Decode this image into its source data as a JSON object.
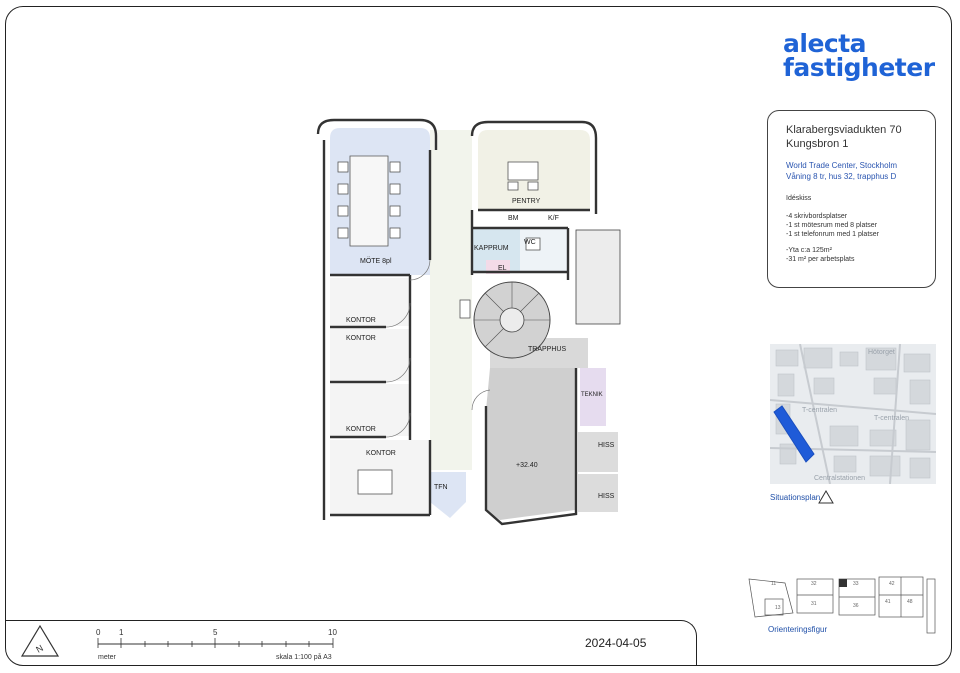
{
  "brand": {
    "line1": "alecta",
    "line2": "fastigheter",
    "color": "#1f63d6"
  },
  "address": {
    "line1": "Klarabergsviadukten 70",
    "line2": "Kungsbron 1"
  },
  "location": {
    "line1": "World Trade Center, Stockholm",
    "line2": "Våning 8 tr, hus 32, trapphus D"
  },
  "info": {
    "heading": "Idéskiss",
    "items": [
      "-4 skrivbordsplatser",
      "-1 st mötesrum med 8 platser",
      "-1 st telefonrum med 1 platser"
    ],
    "area": "-Yta c:a 125m²",
    "per_seat": "-31 m² per arbetsplats"
  },
  "rooms": {
    "mote": "MÖTE 8pl",
    "pentry": "PENTRY",
    "kapprum": "KAPPRUM",
    "wc": "WC",
    "el": "EL",
    "bm": "BM",
    "kf": "K/F",
    "kontor": "KONTOR",
    "trapphus": "TRAPPHUS",
    "teknik": "TEKNIK",
    "hiss": "HISS",
    "tfn": "TFN",
    "level": "+32.40"
  },
  "situationsplan": {
    "caption": "Situationsplan",
    "labels": [
      "Hötorget",
      "T-centralen",
      "T-centralen",
      "Centralstationen"
    ]
  },
  "orienteringsfigur": {
    "caption": "Orienteringsfigur"
  },
  "scale": {
    "ticks": [
      "0",
      "1",
      "5",
      "10"
    ],
    "unit": "meter",
    "note": "skala 1:100 på A3"
  },
  "date": "2024-04-05"
}
